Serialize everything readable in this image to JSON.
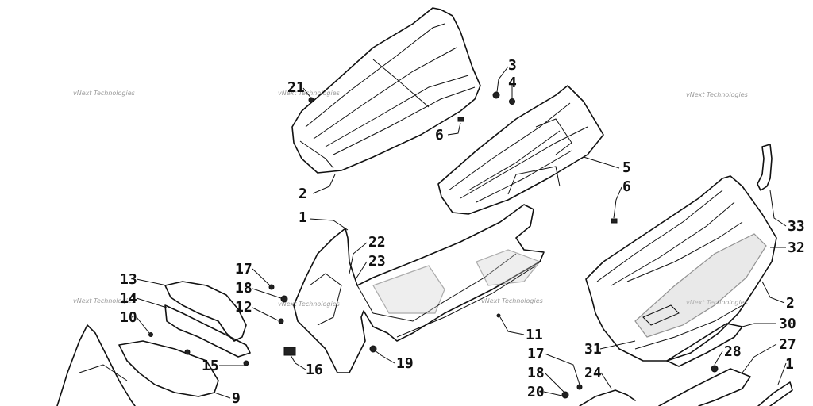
{
  "watermark": "vNext Technologies",
  "callouts": [
    {
      "id": "c21",
      "text": "21"
    },
    {
      "id": "c3",
      "text": "3"
    },
    {
      "id": "c4",
      "text": "4"
    },
    {
      "id": "c6a",
      "text": "6"
    },
    {
      "id": "c2a",
      "text": "2"
    },
    {
      "id": "c5",
      "text": "5"
    },
    {
      "id": "c6b",
      "text": "6"
    },
    {
      "id": "c1a",
      "text": "1"
    },
    {
      "id": "c22",
      "text": "22"
    },
    {
      "id": "c23",
      "text": "23"
    },
    {
      "id": "c17a",
      "text": "17"
    },
    {
      "id": "c18a",
      "text": "18"
    },
    {
      "id": "c12",
      "text": "12"
    },
    {
      "id": "c13",
      "text": "13"
    },
    {
      "id": "c14",
      "text": "14"
    },
    {
      "id": "c10",
      "text": "10"
    },
    {
      "id": "c15",
      "text": "15"
    },
    {
      "id": "c16",
      "text": "16"
    },
    {
      "id": "c19",
      "text": "19"
    },
    {
      "id": "c9",
      "text": "9"
    },
    {
      "id": "c11",
      "text": "11"
    },
    {
      "id": "c17b",
      "text": "17"
    },
    {
      "id": "c18b",
      "text": "18"
    },
    {
      "id": "c20",
      "text": "20"
    },
    {
      "id": "c24",
      "text": "24"
    },
    {
      "id": "c31",
      "text": "31"
    },
    {
      "id": "c30",
      "text": "30"
    },
    {
      "id": "c28",
      "text": "28"
    },
    {
      "id": "c27",
      "text": "27"
    },
    {
      "id": "c1b",
      "text": "1"
    },
    {
      "id": "c33",
      "text": "33"
    },
    {
      "id": "c32",
      "text": "32"
    },
    {
      "id": "c2b",
      "text": "2"
    }
  ]
}
